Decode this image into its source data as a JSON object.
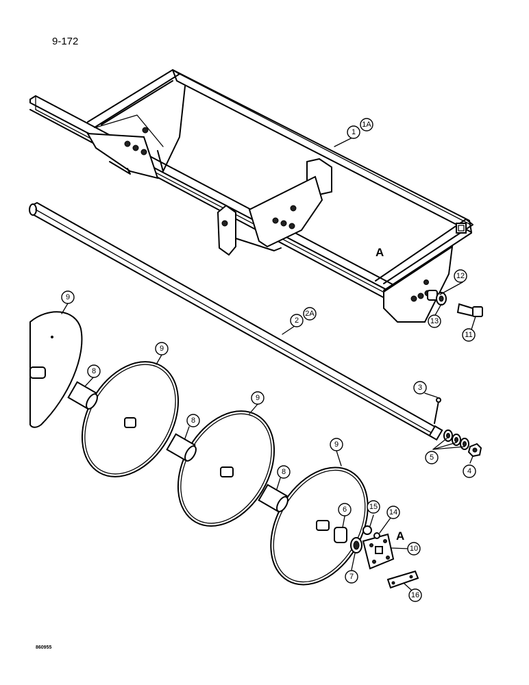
{
  "page_number": "9-172",
  "doc_code": "860955",
  "view_marker": "A",
  "callouts": [
    "1",
    "1A",
    "2",
    "2A",
    "3",
    "4",
    "5",
    "6",
    "7",
    "8",
    "9",
    "10",
    "11",
    "12",
    "13",
    "14",
    "15",
    "16"
  ]
}
